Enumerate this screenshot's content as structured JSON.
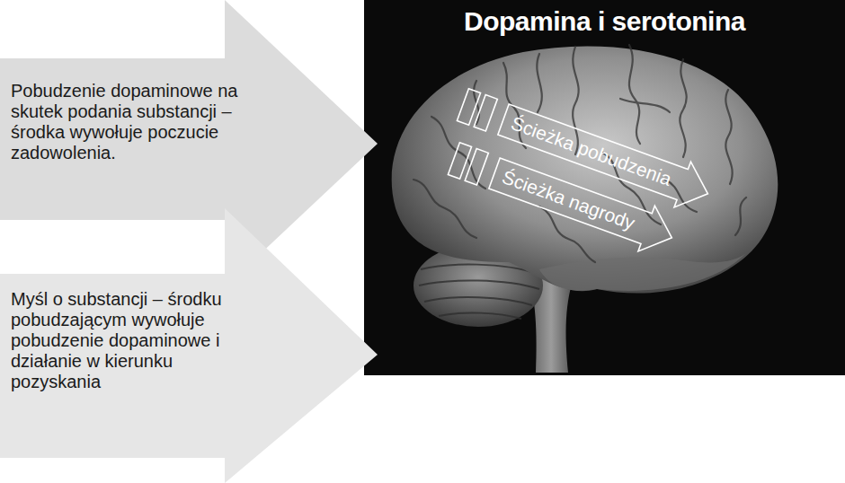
{
  "diagram": {
    "title": "Dopamina i serotonina",
    "nodes": [
      {
        "text": [
          "Pobudzenie dopaminowe na skutek podania substancji – środka wywołuje poczucie zadowolenia."
        ]
      },
      {
        "text": [
          "Myśl o substancji – środku pobudzającym wywołuje pobudzenie dopaminowe i działanie w kierunku pozyskania"
        ]
      },
      {
        "text": [
          "Ścieżka pobudzenia"
        ]
      },
      {
        "text": [
          "Ścieżka nagrody"
        ]
      }
    ]
  }
}
